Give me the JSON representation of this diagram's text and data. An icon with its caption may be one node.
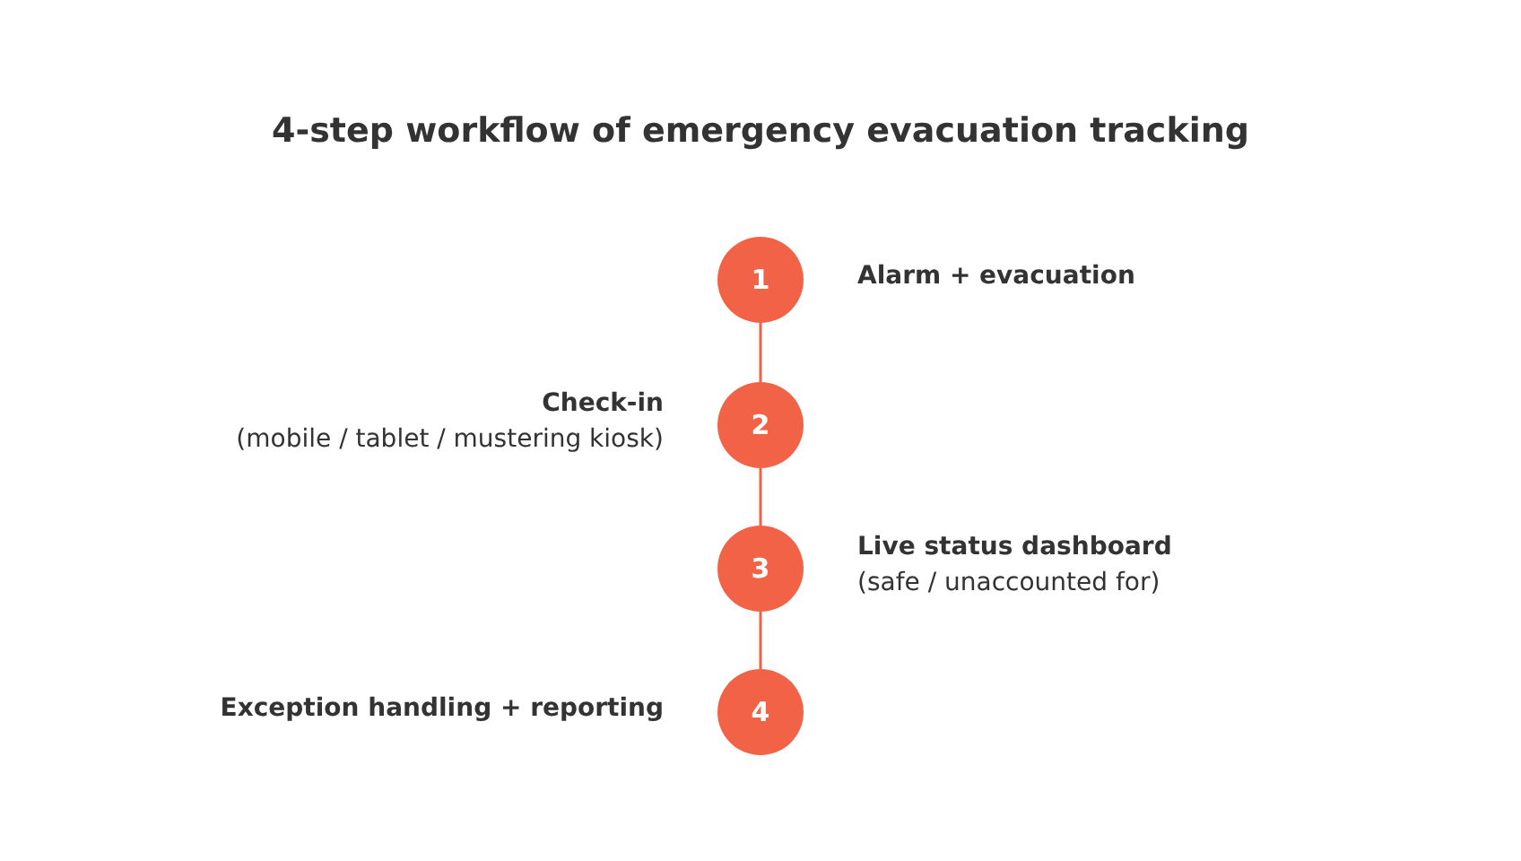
{
  "diagram": {
    "title": "4-step workflow of emergency evacuation tracking",
    "nodes": [
      {
        "text": [
          "1"
        ],
        "beside": [
          "Alarm + evacuation"
        ]
      },
      {
        "text": [
          "2"
        ],
        "beside": [
          "Check-in",
          "(mobile / tablet / mustering kiosk)"
        ]
      },
      {
        "text": [
          "3"
        ],
        "beside": [
          "Live status dashboard",
          "(safe / unaccounted for)"
        ]
      },
      {
        "text": [
          "4"
        ],
        "beside": [
          "Exception handling + reporting"
        ]
      }
    ],
    "edges": [
      {
        "from": 0,
        "to": 1,
        "arrow": "none"
      },
      {
        "from": 1,
        "to": 2,
        "arrow": "none"
      },
      {
        "from": 2,
        "to": 3,
        "arrow": "none"
      }
    ]
  }
}
